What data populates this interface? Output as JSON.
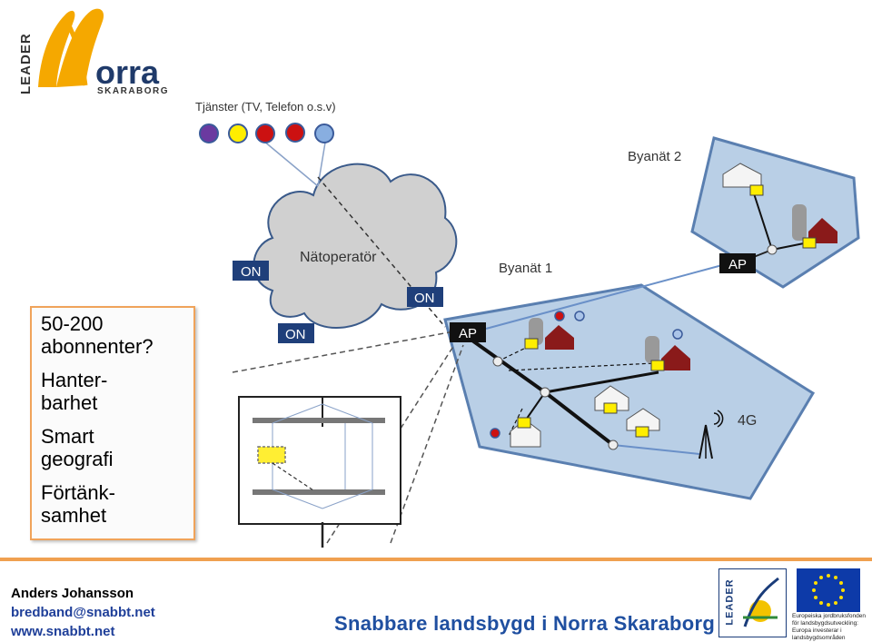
{
  "logo": {
    "leader": "LEADER",
    "brand": "orra",
    "region": "SKARABORG"
  },
  "diagram": {
    "services_label": "Tjänster (TV, Telefon o.s.v)",
    "operator_label": "Nätoperatör",
    "on_label_1": "ON",
    "on_label_2": "ON",
    "on_label_3": "ON",
    "village_net_1": "Byanät 1",
    "village_net_2": "Byanät 2",
    "ap_label_1": "AP",
    "ap_label_2": "AP",
    "mobile_label": "4G",
    "service_colors": [
      "#6b3aa0",
      "#ffee00",
      "#cc1111",
      "#cc1111",
      "#88aee0"
    ]
  },
  "textbox": {
    "items": [
      "50-200\nabonnenter?",
      "Hanter-\nbarhet",
      "Smart\ngeografi",
      "Förtänk-\nsamhet"
    ]
  },
  "footer": {
    "name": "Anders Johansson",
    "email": "bredband@snabbt.net",
    "web": "www.snabbt.net",
    "slogan": "Snabbare landsbygd i Norra Skaraborg",
    "leader_badge": "LEADER",
    "eu_caption": "Europeiska jordbruksfonden för landsbygdsutveckling: Europa investerar i landsbygdsområden"
  }
}
